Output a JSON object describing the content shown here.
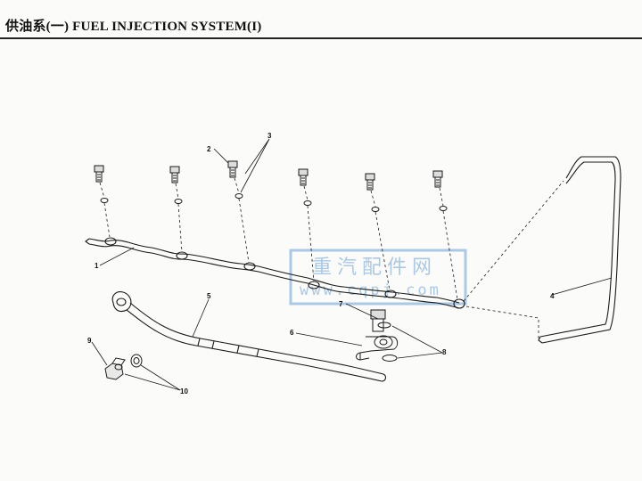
{
  "header": {
    "title": "供油系(一) FUEL INJECTION SYSTEM(I)"
  },
  "callouts": {
    "c1": "1",
    "c2": "2",
    "c3": "3",
    "c4": "4",
    "c5": "5",
    "c6": "6",
    "c7": "7",
    "c8": "8",
    "c9": "9",
    "c10": "10"
  },
  "watermark": {
    "text_cn": "重汽配件网",
    "text_url": "www.cqpj.com",
    "color": "#a9c9e6"
  },
  "colors": {
    "line": "#1a1a1a",
    "background": "#fbfbf9"
  }
}
